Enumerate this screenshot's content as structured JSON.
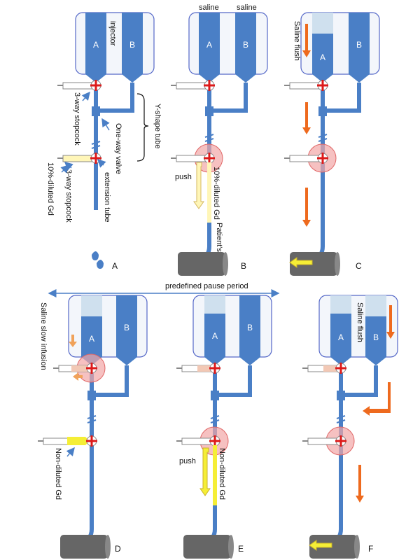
{
  "panels": {
    "A": {
      "letter": "A",
      "injector_label": "injector",
      "syringe_a": "A",
      "syringe_b": "B"
    },
    "B": {
      "letter": "B",
      "syringe_a": "A",
      "syringe_b": "B",
      "saline_a": "saline",
      "saline_b": "saline",
      "push": "push",
      "gd_label": "10%-diluted Gd",
      "arm": "Patient's arm"
    },
    "C": {
      "letter": "C",
      "syringe_a": "A",
      "syringe_b": "B",
      "flush": "Saline flush"
    },
    "D": {
      "letter": "D",
      "syringe_a": "A",
      "syringe_b": "B",
      "slow": "Saline slow infusion",
      "gd_label": "Non-diluted Gd"
    },
    "E": {
      "letter": "E",
      "syringe_a": "A",
      "syringe_b": "B",
      "push": "push",
      "gd_label": "Non-diluted Gd"
    },
    "F": {
      "letter": "F",
      "syringe_a": "A",
      "syringe_b": "B",
      "flush": "Saline flush"
    }
  },
  "labels": {
    "stopcock_top": "3-way stopcock",
    "stopcock_bottom": "3-way stopcock",
    "one_way_valve": "One-way valve",
    "y_shape_tube": "Y-shape tube",
    "diluted_gd": "10%-diluted Gd",
    "extension_tube": "extension tube"
  },
  "pause": {
    "label": "predefined pause period"
  },
  "colors": {
    "syringe_fill": "#4a7fc6",
    "tube": "#4a7fc6",
    "valve_red": "#dd1a1a",
    "highlight_pink": "#f2a7a7",
    "arrow_orange": "#ee6a1e",
    "gd_yellow": "#f5ee36",
    "arm_gray": "#666666"
  }
}
